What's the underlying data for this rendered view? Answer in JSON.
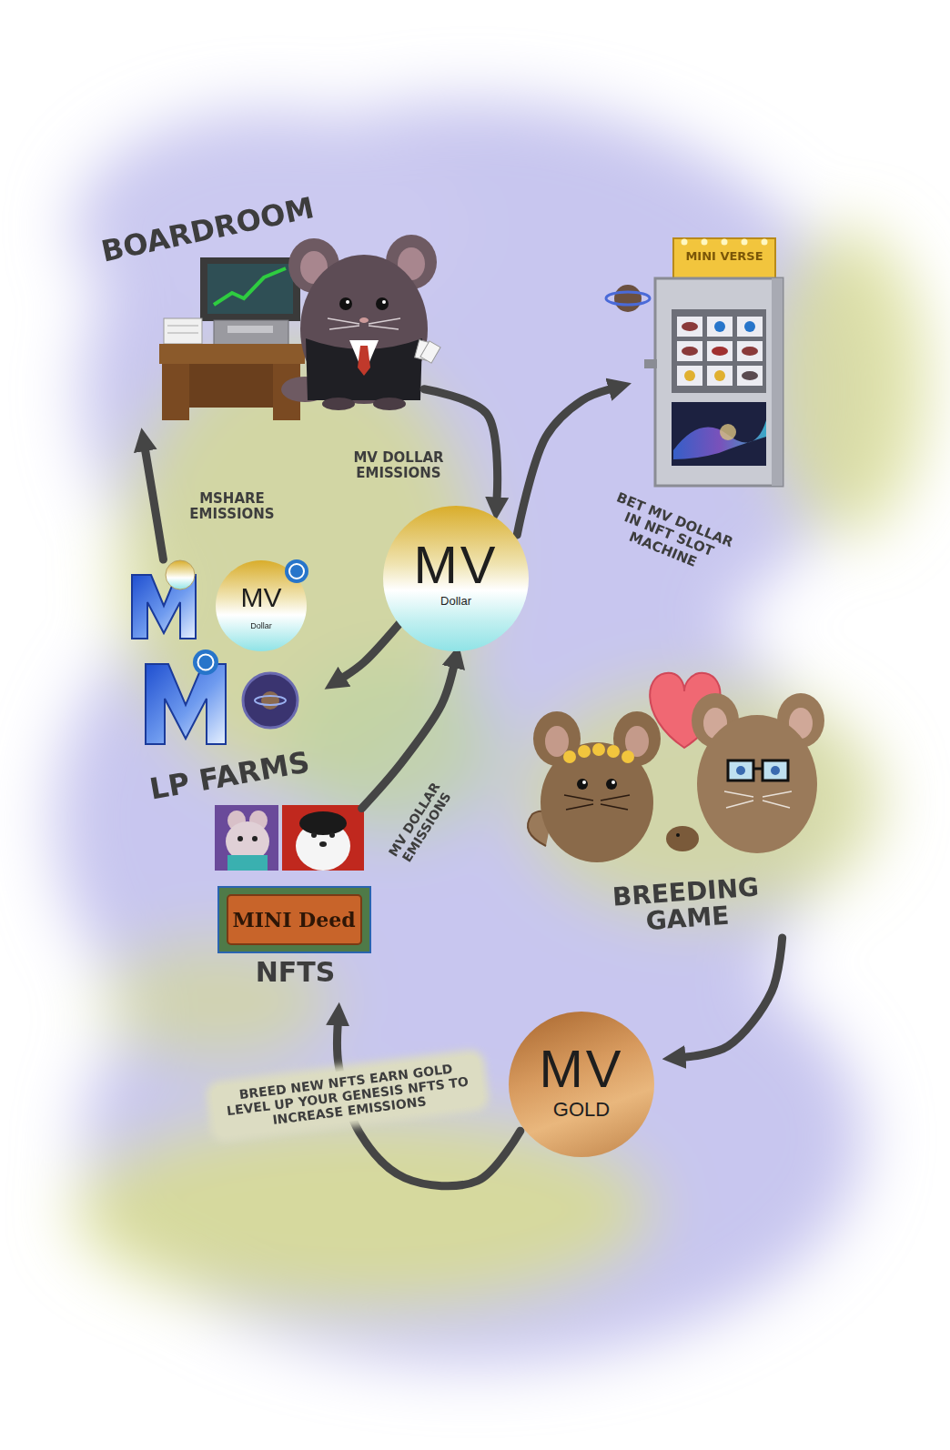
{
  "diagram": {
    "nodes": [
      {
        "text": [
          "BOARDROOM"
        ]
      },
      {
        "text": [
          "MV",
          "Dollar"
        ]
      },
      {
        "text": [
          "MINI VERSE"
        ]
      },
      {
        "text": [
          "LP FARMS"
        ]
      },
      {
        "text": [
          "NFTS"
        ]
      },
      {
        "text": [
          "BREEDING GAME"
        ]
      },
      {
        "text": [
          "MV",
          "GOLD"
        ]
      }
    ],
    "edges": [
      {
        "from": 0,
        "to": 1,
        "arrow": "to",
        "label": "MV DOLLAR EMISSIONS"
      },
      {
        "from": 1,
        "to": 2,
        "arrow": "to",
        "label": "BET MV DOLLAR IN NFT SLOT MACHINE"
      },
      {
        "from": 1,
        "to": 3,
        "arrow": "to"
      },
      {
        "from": 3,
        "to": 0,
        "arrow": "to",
        "label": "MSHARE EMISSIONS"
      },
      {
        "from": 4,
        "to": 1,
        "arrow": "to",
        "label": "MV DOLLAR EMISSIONS"
      },
      {
        "from": 5,
        "to": 6,
        "arrow": "to"
      },
      {
        "from": 6,
        "to": 4,
        "arrow": "to",
        "label": "BREED NEW NFTS EARN GOLD LEVEL UP YOUR GENESIS NFTS TO INCREASE EMISSIONS"
      }
    ],
    "labels": [
      "MV",
      "Dollar",
      "MINI Deed"
    ]
  }
}
